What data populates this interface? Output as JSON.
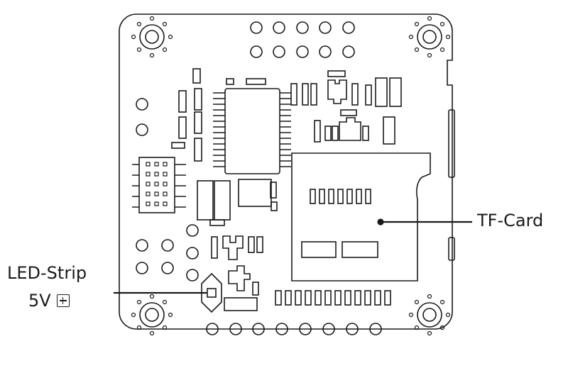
{
  "labels": {
    "tf_card": "TF-Card",
    "led_strip": "LED-Strip",
    "led_voltage": "5V"
  },
  "icons": {
    "positive_terminal": "plus-in-box-icon"
  },
  "colors": {
    "line": "#1a1a1a",
    "board_fill": "#ffffff",
    "background": "#ffffff"
  }
}
